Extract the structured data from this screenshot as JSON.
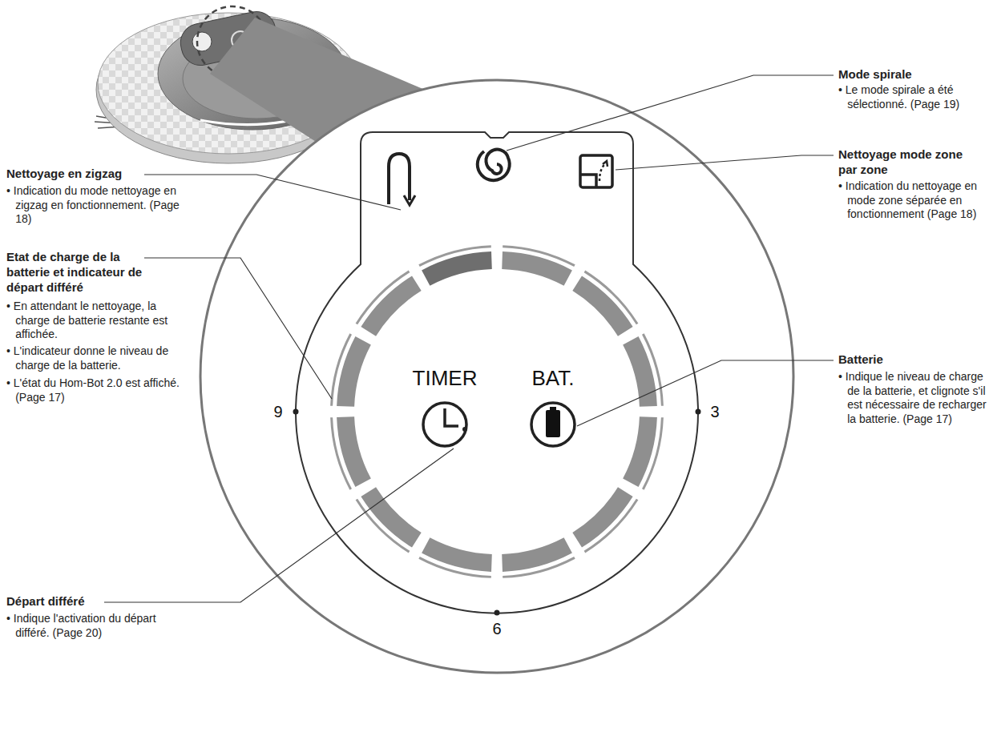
{
  "diagram": {
    "labels": [
      "Mode spirale",
      "• Le mode spirale a été sélectionné. (Page 19)",
      "Nettoyage mode zone par zone",
      "• Indication du nettoyage en mode zone séparée en fonctionnement (Page 18)",
      "Nettoyage en zigzag",
      "• Indication du mode nettoyage en zigzag en fonctionnement. (Page 18)",
      "Etat de charge de la batterie et indicateur de départ différé",
      "• En attendant le nettoyage, la charge de batterie restante est affichée.",
      "• L'indicateur donne le niveau de charge de la batterie.",
      "• L'état du Hom-Bot 2.0 est affiché. (Page 17)",
      "Batterie",
      "• Indique le niveau de charge de la batterie, et clignote s'il est nécessaire de recharger la batterie. (Page 17)",
      "Départ différé",
      "• Indique l'activation du départ différé. (Page 20)",
      "TIMER",
      "BAT.",
      "9",
      "3",
      "6"
    ]
  }
}
